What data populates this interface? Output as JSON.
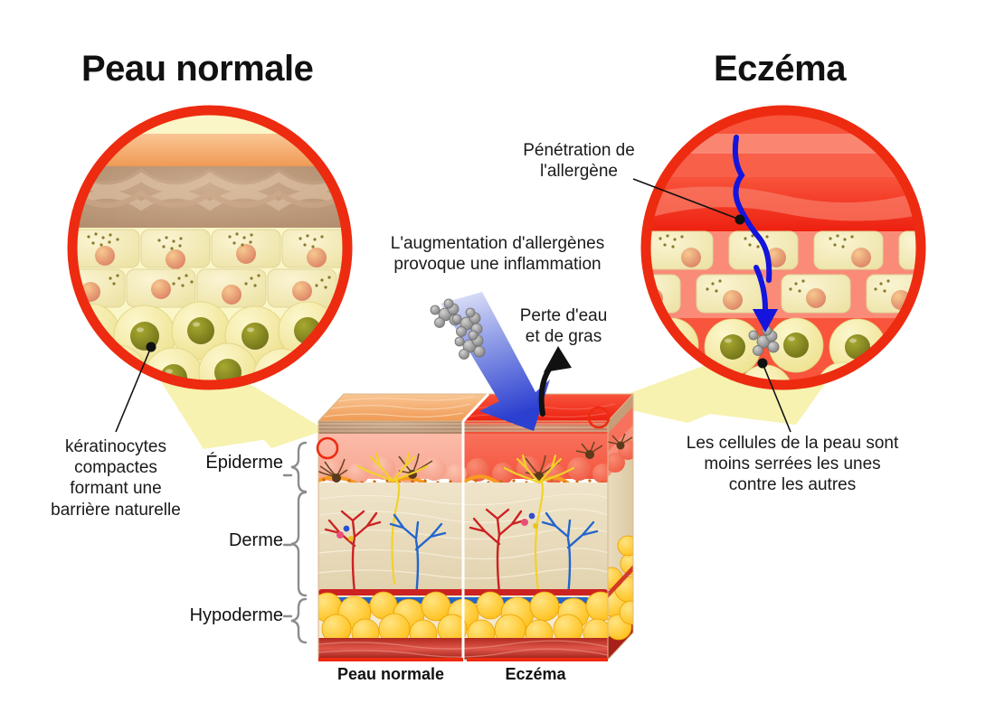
{
  "titles": {
    "left": "Peau normale",
    "right": "Eczéma"
  },
  "annotations": {
    "allergen_penetration": "Pénétration de\nl'allergène",
    "inflammation": "L'augmentation d'allergènes\nprovoque une inflammation",
    "water_loss": "Perte d'eau\net de gras",
    "keratinocytes": "kératinocytes\ncompactes\nformant une\nbarrière naturelle",
    "loose_cells": "Les cellules de la peau sont\nmoins serrées les unes\ncontre les autres"
  },
  "layer_labels": [
    {
      "name": "Épiderme"
    },
    {
      "name": "Derme"
    },
    {
      "name": "Hypoderme"
    }
  ],
  "captions": {
    "left": "Peau normale",
    "right": "Eczéma"
  },
  "colors": {
    "ring_red": "#ED2B10",
    "allergen_arrow_blue": "#2F4FD8",
    "penetration_line_blue": "#1414DC",
    "magnifier_wedge": "#F7F2B0",
    "normal_top": "#F6AE72",
    "eczema_top": "#F03B28",
    "dermis": "#E6D9BA",
    "fat_yellow": "#FFC926",
    "muscle_red": "#A82018",
    "artery_red": "#CC2222",
    "vein_blue": "#2266CC",
    "nerve_yellow": "#F2D22A",
    "allergen_gray": "#9A9A9A",
    "text_black": "#111111",
    "brace_gray": "#8C8C8C"
  }
}
